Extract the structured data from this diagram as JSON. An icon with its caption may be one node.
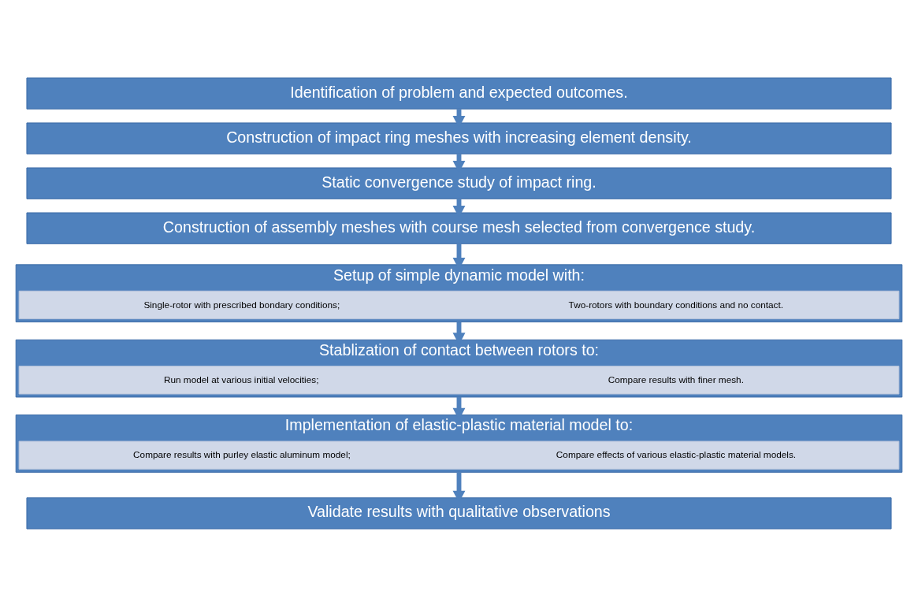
{
  "diagram": {
    "nodes": [
      {
        "text": [
          "Identification of problem and expected outcomes."
        ]
      },
      {
        "text": [
          "Construction of impact ring meshes with increasing element density."
        ]
      },
      {
        "text": [
          "Static convergence study of impact ring."
        ]
      },
      {
        "text": [
          "Construction of assembly meshes with course mesh selected from convergence study."
        ]
      },
      {
        "text": [
          "Setup of simple dynamic model with:"
        ]
      },
      {
        "text": [
          "Single-rotor with prescribed bondary conditions;",
          "Two-rotors with boundary conditions and no contact."
        ],
        "in": 4
      },
      {
        "text": [
          "Stablization of contact between rotors to:"
        ]
      },
      {
        "text": [
          "Run model at various initial velocities;",
          "Compare results with finer mesh."
        ],
        "in": 6
      },
      {
        "text": [
          "Implementation of elastic-plastic material model to:"
        ]
      },
      {
        "text": [
          "Compare results with purley elastic aluminum model;",
          "Compare effects of various elastic-plastic material models."
        ],
        "in": 8
      },
      {
        "text": [
          "Validate results with qualitative observations"
        ]
      }
    ],
    "edges": [
      {
        "from": 0,
        "to": 1,
        "arrow": "to"
      },
      {
        "from": 1,
        "to": 2,
        "arrow": "to"
      },
      {
        "from": 2,
        "to": 3,
        "arrow": "to"
      },
      {
        "from": 3,
        "to": 4,
        "arrow": "to"
      },
      {
        "from": 4,
        "to": 6,
        "arrow": "to"
      },
      {
        "from": 6,
        "to": 8,
        "arrow": "to"
      },
      {
        "from": 8,
        "to": 10,
        "arrow": "to"
      }
    ]
  }
}
